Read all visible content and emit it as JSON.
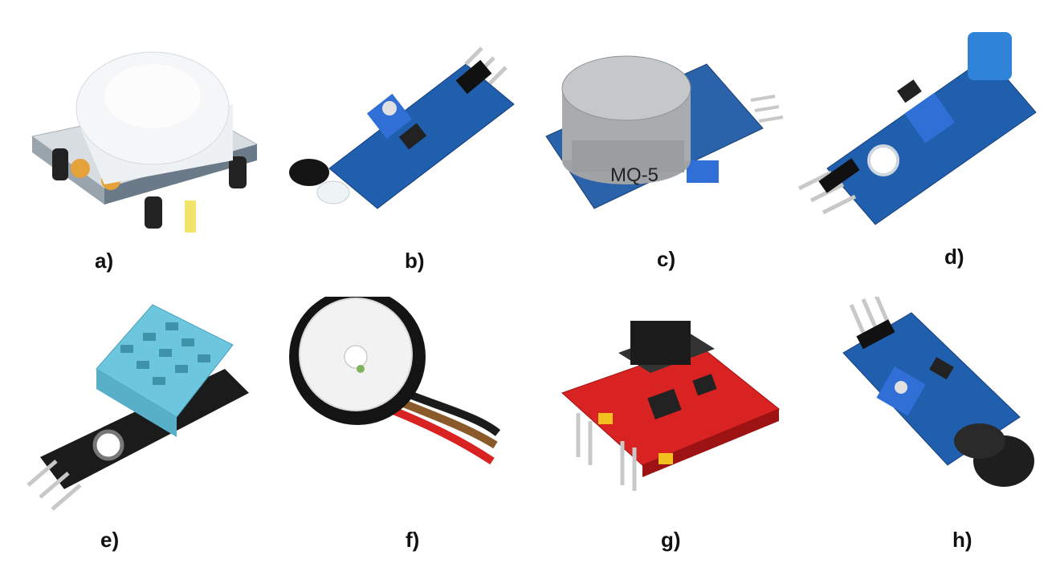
{
  "panels": [
    {
      "label": "a)",
      "component": "pir-motion-sensor-module"
    },
    {
      "label": "b)",
      "component": "flame-sensor-module"
    },
    {
      "label": "c)",
      "component": "mq5-gas-sensor-module",
      "marking": "MQ-5"
    },
    {
      "label": "d)",
      "component": "vibration-sensor-module"
    },
    {
      "label": "e)",
      "component": "dht11-humidity-sensor-module"
    },
    {
      "label": "f)",
      "component": "pulse-sensor"
    },
    {
      "label": "g)",
      "component": "muscle-emg-sensor-module"
    },
    {
      "label": "h)",
      "component": "sound-sensor-module"
    }
  ],
  "colors": {
    "pcb_blue": "#1f5fae",
    "pcb_black": "#1b1b1b",
    "pcb_red": "#d92323",
    "dht_cyan": "#6cc6dd",
    "trimmer_blue": "#2f6fd6",
    "pin_silver": "#c8c8c8"
  }
}
